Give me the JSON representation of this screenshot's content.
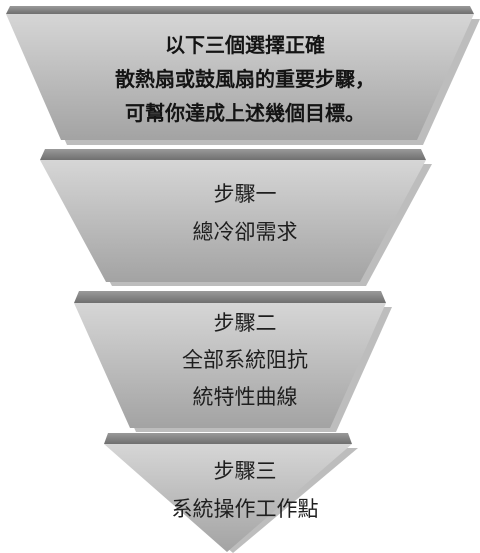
{
  "colors": {
    "fill_top": "#d6d6d6",
    "fill_bottom": "#a3a3a3",
    "shadow": "#bdbdbd",
    "rim_light": "#9a9a9a",
    "rim_dark": "#6f6f6f"
  },
  "funnel": {
    "stages": [
      {
        "lines": [
          "以下三個選擇正確",
          "散熱扇或鼓風扇的重要步驟，",
          "可幫你達成上述幾個目標。"
        ]
      },
      {
        "lines": [
          "步驟一",
          "總冷卻需求"
        ]
      },
      {
        "lines": [
          "步驟二",
          "全部系統阻抗",
          "統特性曲線"
        ]
      },
      {
        "lines": [
          "步驟三",
          "系統操作工作點"
        ]
      }
    ]
  }
}
